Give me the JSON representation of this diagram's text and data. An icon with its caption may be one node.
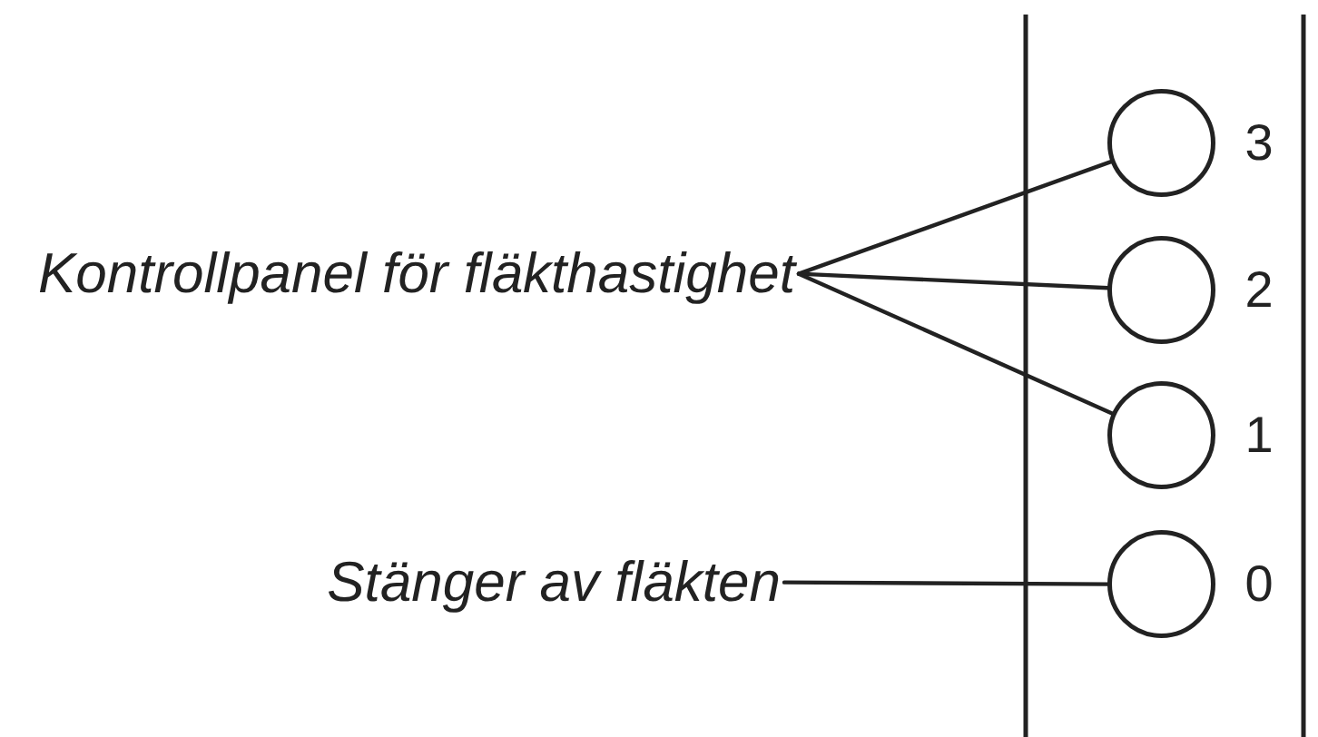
{
  "diagram": {
    "nodes": [
      {
        "text": [
          "Kontrollpanel för fläkthastighet"
        ]
      },
      {
        "text": [],
        "shape": "circle",
        "beside": [
          "3"
        ]
      },
      {
        "text": [],
        "shape": "circle",
        "beside": [
          "2"
        ]
      },
      {
        "text": [],
        "shape": "circle",
        "beside": [
          "1"
        ]
      },
      {
        "text": [
          "Stänger av fläkten"
        ]
      },
      {
        "text": [],
        "shape": "circle",
        "beside": [
          "0"
        ]
      }
    ],
    "edges": [
      {
        "from": 0,
        "to": 1,
        "arrow": "none"
      },
      {
        "from": 0,
        "to": 2,
        "arrow": "none"
      },
      {
        "from": 0,
        "to": 3,
        "arrow": "none"
      },
      {
        "from": 4,
        "to": 5,
        "arrow": "none"
      }
    ]
  }
}
